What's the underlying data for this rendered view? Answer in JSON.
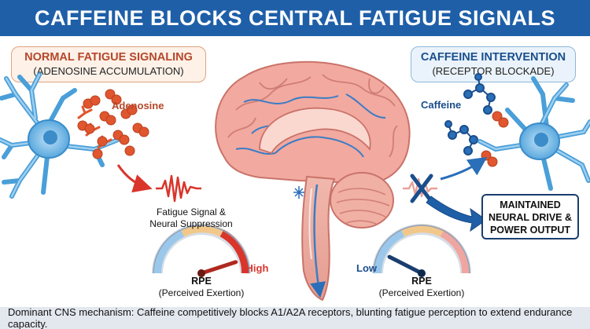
{
  "title": "CAFFEINE BLOCKS CENTRAL FATIGUE SIGNALS",
  "colors": {
    "title_bar": "#1f5fa8",
    "normal_accent": "#b5472a",
    "caffeine_accent": "#1a4e8c",
    "neuron_blue": "#4a9fd8",
    "brain_pink": "#f2a9a0",
    "signal_red": "#d9352b",
    "adenosine_orange": "#e0562f"
  },
  "normal_panel": {
    "title": "NORMAL FATIGUE SIGNALING",
    "subtitle": "(ADENOSINE ACCUMULATION)"
  },
  "caffeine_panel": {
    "title": "CAFFEINE INTERVENTION",
    "subtitle": "(RECEPTOR BLOCKADE)"
  },
  "labels": {
    "adenosine": "Adenosine",
    "caffeine": "Caffeine",
    "fatigue_signal_line1": "Fatigue Signal &",
    "fatigue_signal_line2": "Neural Suppression",
    "maintained_line1": "MAINTAINED",
    "maintained_line2": "NEURAL DRIVE &",
    "maintained_line3": "POWER OUTPUT"
  },
  "gauges": {
    "left": {
      "label": "RPE",
      "sublabel": "(Perceived Exertion)",
      "end_label": "High",
      "level": 0.9
    },
    "right": {
      "label": "RPE",
      "sublabel": "(Perceived Exertion)",
      "end_label": "Low",
      "level": 0.15
    }
  },
  "footer": "Dominant CNS mechanism: Caffeine competitively blocks A1/A2A receptors, blunting fatigue perception to extend endurance capacity.",
  "icons": [
    "left-neuron-icon",
    "right-neuron-icon",
    "brain-icon",
    "adenosine-molecule-icon",
    "caffeine-molecule-icon",
    "blocked-signal-icon",
    "rpe-gauge-icon"
  ]
}
